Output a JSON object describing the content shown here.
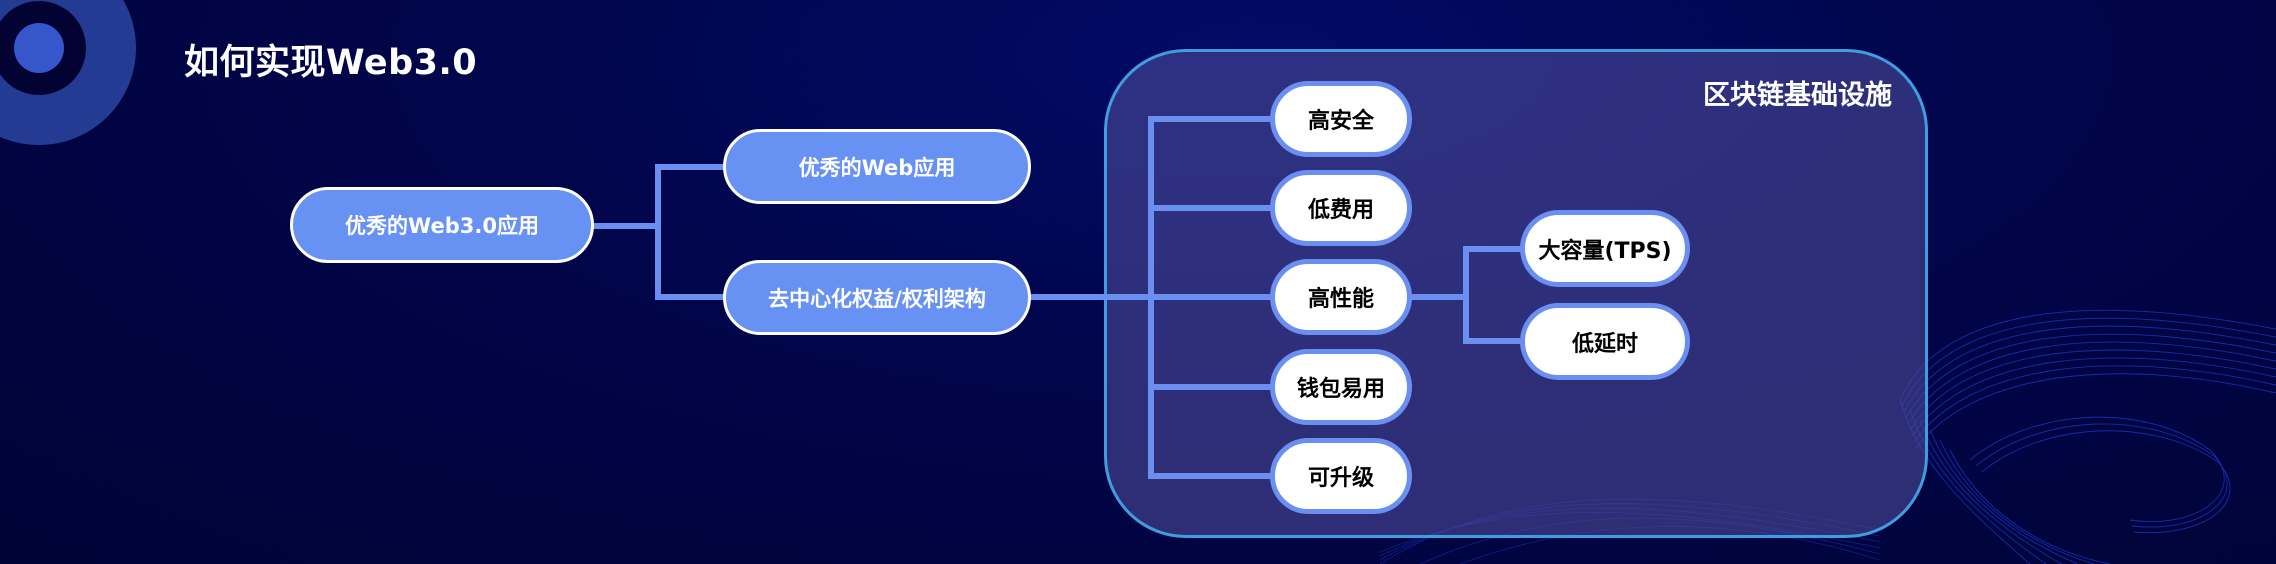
{
  "page": {
    "title": "如何实现Web3.0"
  },
  "colors": {
    "background": "#01054a",
    "node_blue": "#6891f4",
    "node_border_light": "#6a8ff0",
    "connector": "#6a8ff0",
    "panel_border": "#3f9de0",
    "text_white": "#ffffff",
    "text_black": "#000000"
  },
  "diagram": {
    "root": {
      "label": "优秀的Web3.0应用"
    },
    "children": [
      {
        "label": "优秀的Web应用"
      },
      {
        "label": "去中心化权益/权利架构"
      }
    ],
    "infrastructure": {
      "title": "区块链基础设施",
      "features": [
        {
          "label": "高安全"
        },
        {
          "label": "低费用"
        },
        {
          "label": "高性能"
        },
        {
          "label": "钱包易用"
        },
        {
          "label": "可升级"
        }
      ],
      "performance_details": [
        {
          "label": "大容量(TPS)"
        },
        {
          "label": "低延时"
        }
      ]
    }
  },
  "decorations": {
    "corner_circle": "concentric-circles-icon",
    "waves": "wave-lines-decoration"
  }
}
